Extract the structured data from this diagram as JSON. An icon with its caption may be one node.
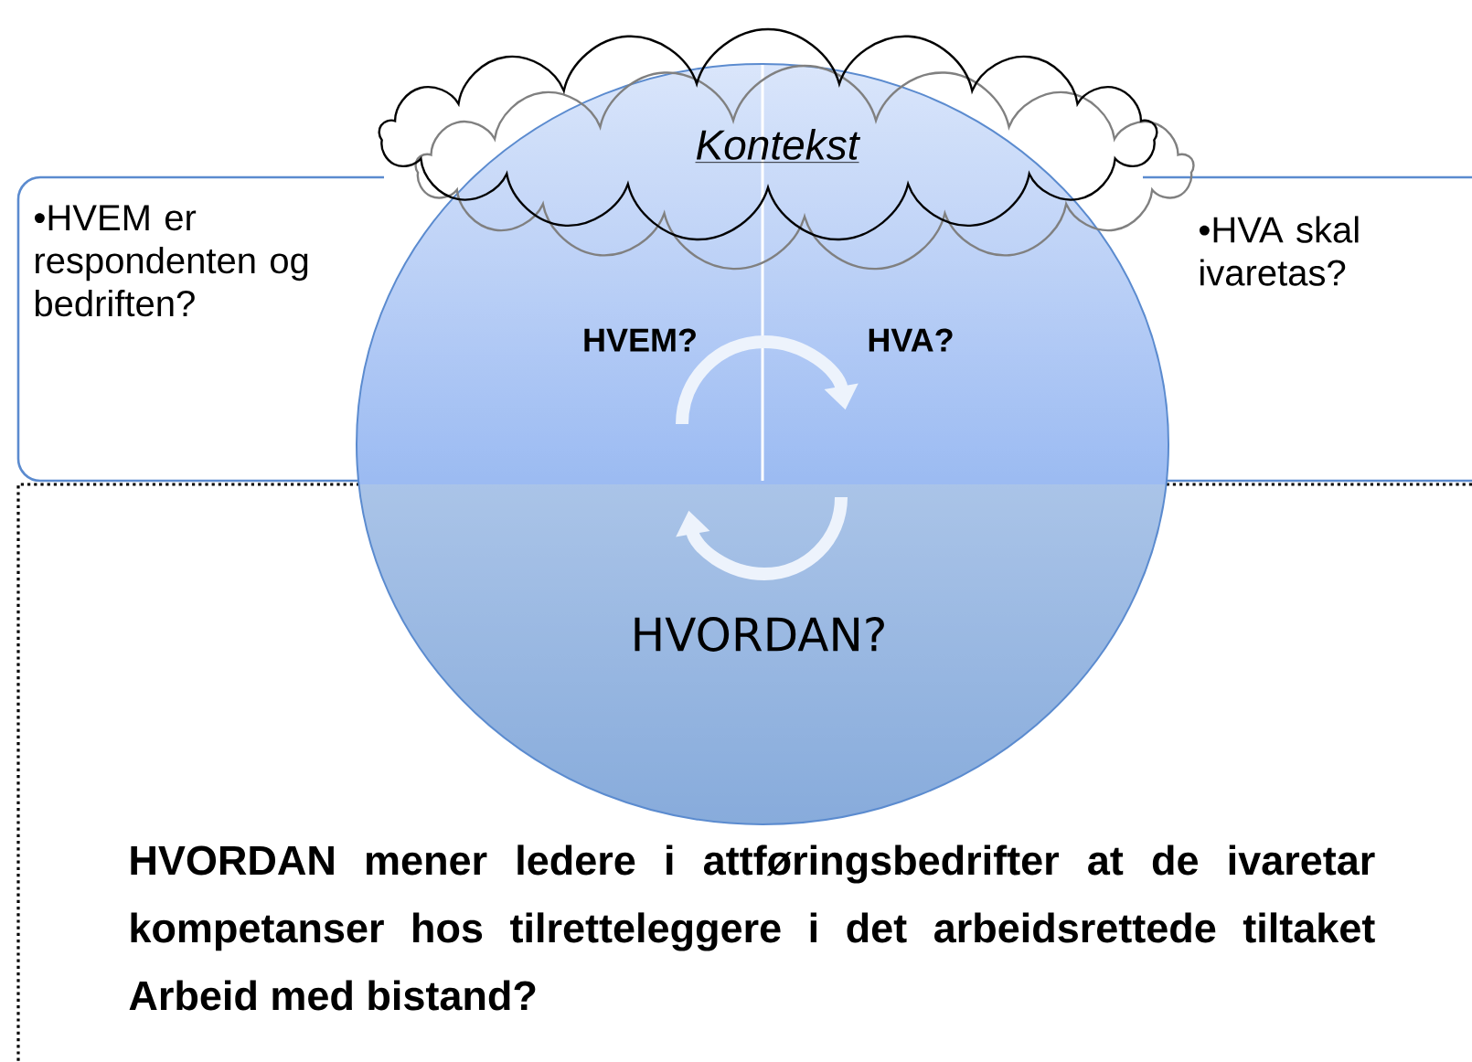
{
  "diagram": {
    "nodes": [
      {
        "text": [
          "Kontekst"
        ]
      },
      {
        "text": [
          "•HVEM er respondenten og bedriften?"
        ]
      },
      {
        "text": [
          "•HVA skal ivaretas?"
        ]
      },
      {
        "text": [
          "HVEM?",
          "HVA?",
          "HVORDAN?"
        ]
      },
      {
        "text": [
          "HVORDAN mener ledere i attføringsbedrifter at de ivaretar kompetanser hos tilretteleggere i det arbeidsrettede tiltaket Arbeid med bistand?"
        ]
      }
    ]
  }
}
